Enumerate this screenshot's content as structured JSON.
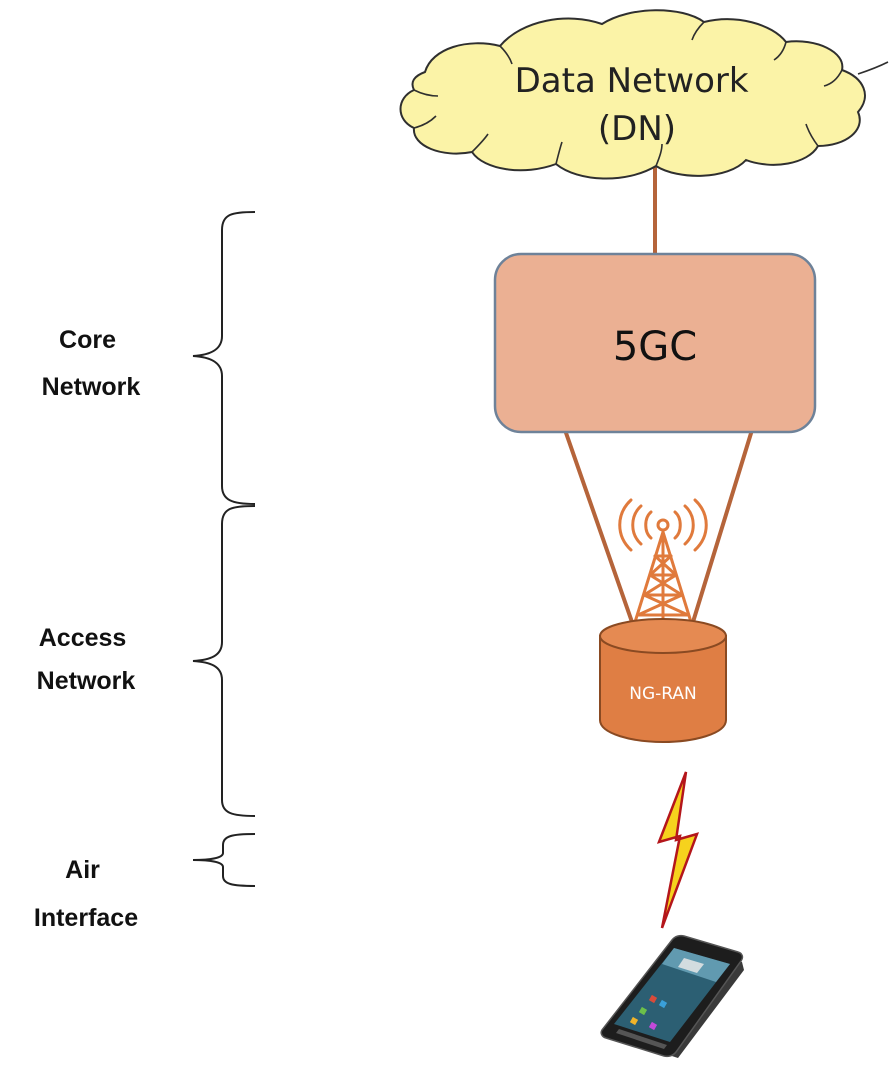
{
  "layers": {
    "core": {
      "line1": "Core",
      "line2": "Network"
    },
    "access": {
      "line1": "Access",
      "line2": "Network"
    },
    "air": {
      "line1": "Air",
      "line2": "Interface"
    }
  },
  "nodes": {
    "data_network": {
      "line1": "Data Network",
      "line2": "(DN)"
    },
    "core_5gc": {
      "label": "5GC"
    },
    "ng_ran": {
      "label": "NG-RAN"
    }
  },
  "colors": {
    "cloud_fill": "#fbf3a7",
    "cloud_stroke": "#2f2f2f",
    "link": "#b5643a",
    "core_fill": "#ebb093",
    "core_stroke": "#6e8299",
    "ran_fill": "#df7e44",
    "ran_stroke": "#8a4a22",
    "tower": "#e07a3c",
    "bolt_fill": "#f6d21d",
    "bolt_stroke": "#b4161b",
    "brace": "#222222"
  },
  "icons": {
    "cloud": "cloud-icon",
    "tower": "antenna-tower-icon",
    "bolt": "lightning-bolt-icon",
    "phone": "smartphone-icon"
  }
}
